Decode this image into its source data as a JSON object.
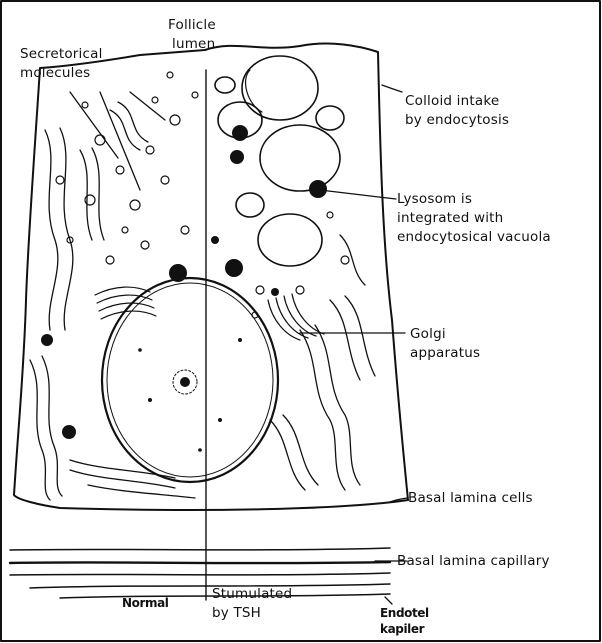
{
  "labels": {
    "secretory": [
      "Secretorical",
      "molecules"
    ],
    "follicle": [
      "Follicle",
      "lumen"
    ],
    "colloid": [
      "Colloid intake",
      "by endocytosis"
    ],
    "lysosome": [
      "Lysosom is",
      "integrated with",
      "endocytosical vacuola"
    ],
    "golgi": [
      "Golgi",
      "apparatus"
    ],
    "basal_cells": "Basal lamina cells",
    "basal_capillary": "Basal lamina capillary",
    "normal": "Normal",
    "stimulated": [
      "Stumulated",
      "by TSH"
    ],
    "endothel": [
      "Endotel",
      "kapiler"
    ]
  },
  "colors": {
    "ink": "#111111",
    "background": "#ffffff"
  }
}
